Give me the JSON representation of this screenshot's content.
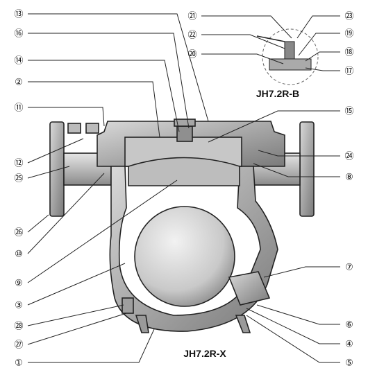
{
  "models": {
    "main": "JH7.2R-X",
    "inset": "JH7.2R-B"
  },
  "callouts": [
    {
      "id": "c13",
      "label": "⑬"
    },
    {
      "id": "c16",
      "label": "⑯"
    },
    {
      "id": "c14",
      "label": "⑭"
    },
    {
      "id": "c2",
      "label": "②"
    },
    {
      "id": "c11",
      "label": "⑪"
    },
    {
      "id": "c12",
      "label": "⑫"
    },
    {
      "id": "c25",
      "label": "㉕"
    },
    {
      "id": "c26",
      "label": "㉖"
    },
    {
      "id": "c10",
      "label": "⑩"
    },
    {
      "id": "c9",
      "label": "⑨"
    },
    {
      "id": "c3",
      "label": "③"
    },
    {
      "id": "c28",
      "label": "㉘"
    },
    {
      "id": "c27",
      "label": "㉗"
    },
    {
      "id": "c1",
      "label": "①"
    },
    {
      "id": "c21",
      "label": "㉑"
    },
    {
      "id": "c22",
      "label": "㉒"
    },
    {
      "id": "c20",
      "label": "⑳"
    },
    {
      "id": "c23",
      "label": "㉓"
    },
    {
      "id": "c19",
      "label": "⑲"
    },
    {
      "id": "c18",
      "label": "⑱"
    },
    {
      "id": "c17",
      "label": "⑰"
    },
    {
      "id": "c15",
      "label": "⑮"
    },
    {
      "id": "c24",
      "label": "㉔"
    },
    {
      "id": "c8",
      "label": "⑧"
    },
    {
      "id": "c7",
      "label": "⑦"
    },
    {
      "id": "c6",
      "label": "⑥"
    },
    {
      "id": "c4",
      "label": "④"
    },
    {
      "id": "c5",
      "label": "⑤"
    }
  ]
}
